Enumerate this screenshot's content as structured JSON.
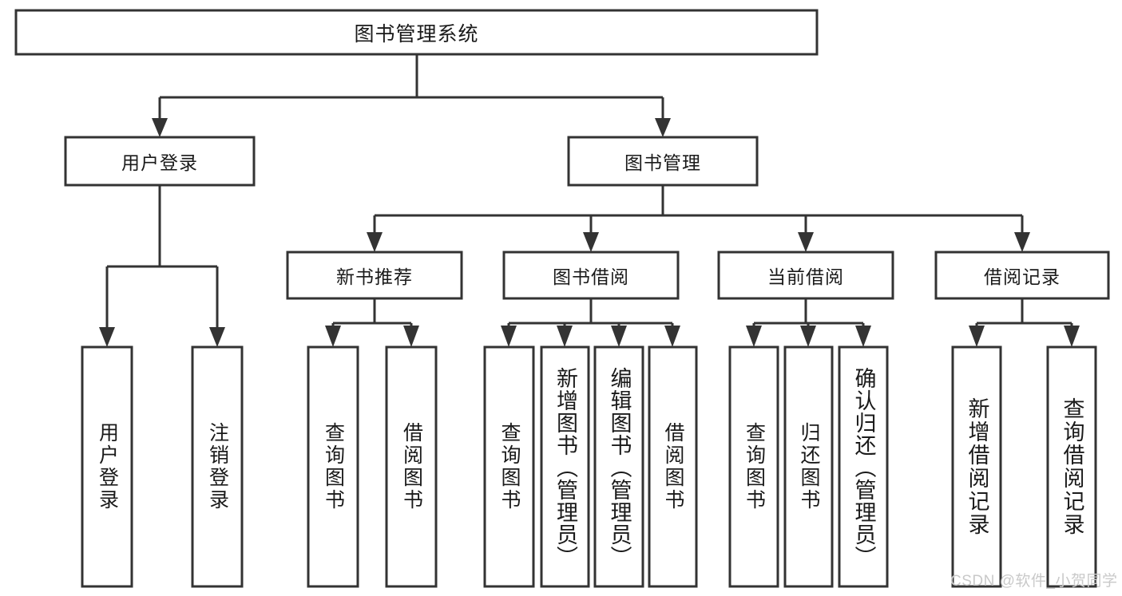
{
  "diagram": {
    "type": "tree-hierarchy-chart",
    "title": "图书管理系统",
    "watermark": "CSDN @软件_小贺同学",
    "colors": {
      "box_stroke": "#333333",
      "box_fill": "#ffffff",
      "text": "#1a1a1a",
      "background": "#ffffff",
      "watermark": "#c9c9c9"
    },
    "levels": {
      "root": "图书管理系统",
      "level2": [
        "用户登录",
        "图书管理"
      ],
      "level3": [
        "新书推荐",
        "图书借阅",
        "当前借阅",
        "借阅记录"
      ]
    },
    "nodes": {
      "root": {
        "label": "图书管理系统",
        "orientation": "horizontal"
      },
      "user_login": {
        "label": "用户登录",
        "orientation": "horizontal"
      },
      "book_manage": {
        "label": "图书管理",
        "orientation": "horizontal"
      },
      "new_book_rec": {
        "label": "新书推荐",
        "orientation": "horizontal"
      },
      "book_borrow": {
        "label": "图书借阅",
        "orientation": "horizontal"
      },
      "current_borrow": {
        "label": "当前借阅",
        "orientation": "horizontal"
      },
      "borrow_record": {
        "label": "借阅记录",
        "orientation": "horizontal"
      },
      "leaf_user_login": {
        "label": "用户登录",
        "orientation": "vertical"
      },
      "leaf_logout": {
        "label": "注销登录",
        "orientation": "vertical"
      },
      "leaf_query_book_1": {
        "label": "查询图书",
        "orientation": "vertical"
      },
      "leaf_borrow_book_1": {
        "label": "借阅图书",
        "orientation": "vertical"
      },
      "leaf_query_book_2": {
        "label": "查询图书",
        "orientation": "vertical"
      },
      "leaf_add_book_admin": {
        "label": "新增图书（管理员）",
        "orientation": "vertical"
      },
      "leaf_edit_book_admin": {
        "label": "编辑图书（管理员）",
        "orientation": "vertical"
      },
      "leaf_borrow_book_2": {
        "label": "借阅图书",
        "orientation": "vertical"
      },
      "leaf_query_book_3": {
        "label": "查询图书",
        "orientation": "vertical"
      },
      "leaf_return_book": {
        "label": "归还图书",
        "orientation": "vertical"
      },
      "leaf_confirm_return_admin": {
        "label": "确认归还（管理员）",
        "orientation": "vertical"
      },
      "leaf_add_record": {
        "label": "新增借阅记录",
        "orientation": "vertical"
      },
      "leaf_query_record": {
        "label": "查询借阅记录",
        "orientation": "vertical"
      }
    },
    "edges": [
      {
        "from": "root",
        "to": "user_login"
      },
      {
        "from": "root",
        "to": "book_manage"
      },
      {
        "from": "user_login",
        "to": "leaf_user_login"
      },
      {
        "from": "user_login",
        "to": "leaf_logout"
      },
      {
        "from": "book_manage",
        "to": "new_book_rec"
      },
      {
        "from": "book_manage",
        "to": "book_borrow"
      },
      {
        "from": "book_manage",
        "to": "current_borrow"
      },
      {
        "from": "book_manage",
        "to": "borrow_record"
      },
      {
        "from": "new_book_rec",
        "to": "leaf_query_book_1"
      },
      {
        "from": "new_book_rec",
        "to": "leaf_borrow_book_1"
      },
      {
        "from": "book_borrow",
        "to": "leaf_query_book_2"
      },
      {
        "from": "book_borrow",
        "to": "leaf_add_book_admin"
      },
      {
        "from": "book_borrow",
        "to": "leaf_edit_book_admin"
      },
      {
        "from": "book_borrow",
        "to": "leaf_borrow_book_2"
      },
      {
        "from": "current_borrow",
        "to": "leaf_query_book_3"
      },
      {
        "from": "current_borrow",
        "to": "leaf_return_book"
      },
      {
        "from": "current_borrow",
        "to": "leaf_confirm_return_admin"
      },
      {
        "from": "borrow_record",
        "to": "leaf_add_record"
      },
      {
        "from": "borrow_record",
        "to": "leaf_query_record"
      }
    ]
  }
}
